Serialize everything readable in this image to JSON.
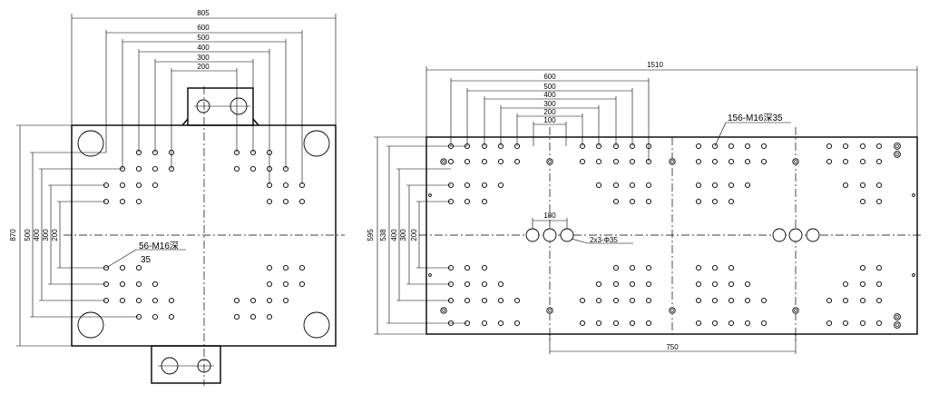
{
  "left_plate": {
    "width_label": "805",
    "top_dims": [
      "600",
      "500",
      "400",
      "300",
      "200"
    ],
    "height_label": "870",
    "side_dims": [
      "500",
      "400",
      "300",
      "200"
    ],
    "thread_callout": "56-M16深",
    "depth_label": "35"
  },
  "right_plate": {
    "width_label": "1510",
    "top_dims": [
      "600",
      "500",
      "400",
      "300",
      "200",
      "100"
    ],
    "side_dims": [
      "595",
      "538",
      "400",
      "300",
      "200"
    ],
    "thread_callout": "156-M16深35",
    "center_spacing_label": "180",
    "center_hole_callout": "2x3-Φ35",
    "bottom_dim": "750"
  }
}
